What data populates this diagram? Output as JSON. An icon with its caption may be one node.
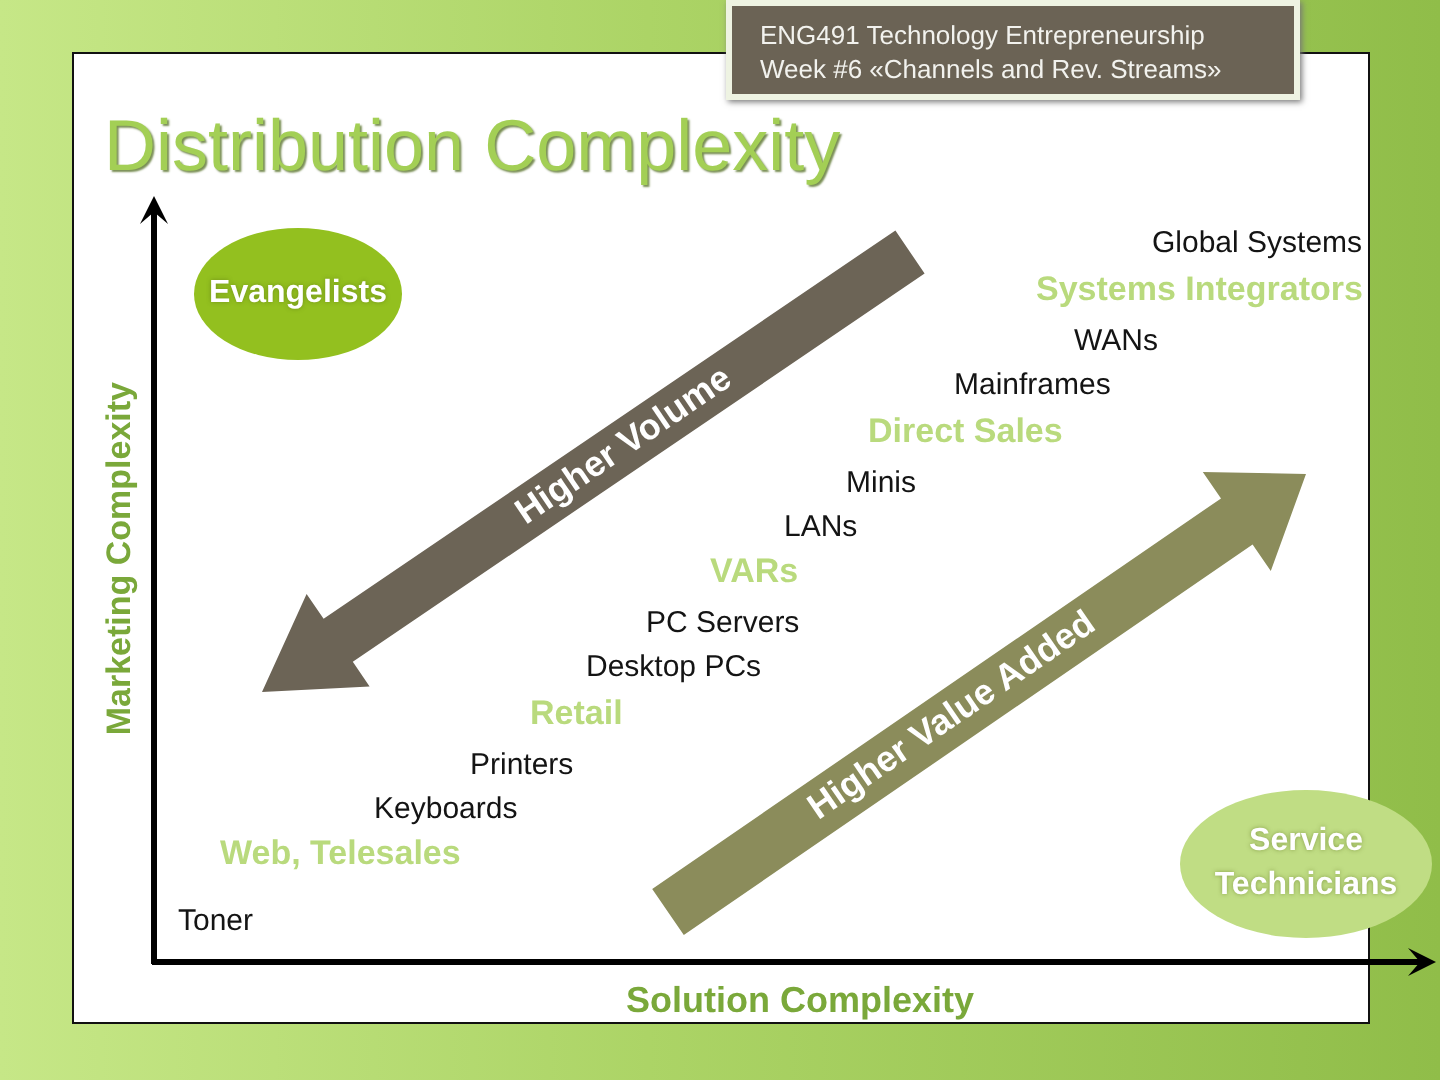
{
  "diagram": {
    "title": "Distribution Complexity",
    "nodes": [
      {
        "text": [
          "ENG491 Technology Entrepreneurship Week #6 «Channels and Rev. Streams»"
        ]
      },
      {
        "text": [
          "Evangelists"
        ]
      },
      {
        "text": [
          "Higher Volume"
        ]
      },
      {
        "text": [
          "Higher Value Added"
        ]
      },
      {
        "text": [
          "Service Technicians"
        ]
      }
    ],
    "labels": [
      "Global Systems",
      "Systems Integrators",
      "WANs",
      "Mainframes",
      "Direct Sales",
      "Minis",
      "LANs",
      "VARs",
      "PC Servers",
      "Desktop PCs",
      "Retail",
      "Printers",
      "Keyboards",
      "Web, Telesales",
      "Toner",
      "Marketing Complexity",
      "Solution Complexity"
    ]
  }
}
